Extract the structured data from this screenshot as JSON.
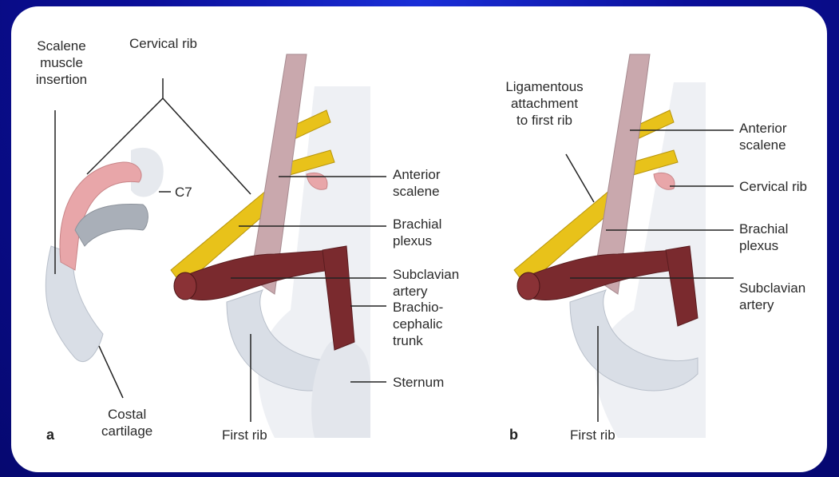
{
  "panel_a": {
    "letter": "a",
    "labels": {
      "scalene_insertion": "Scalene\nmuscle\ninsertion",
      "cervical_rib": "Cervical rib",
      "c7": "C7",
      "anterior_scalene": "Anterior\nscalene",
      "brachial_plexus": "Brachial\nplexus",
      "subclavian_artery": "Subclavian\nartery",
      "brachiocephalic_trunk": "Brachio-\ncephalic\ntrunk",
      "sternum": "Sternum",
      "costal_cartilage": "Costal\ncartilage",
      "first_rib": "First rib"
    }
  },
  "panel_b": {
    "letter": "b",
    "labels": {
      "ligamentous_attachment": "Ligamentous\nattachment\nto first rib",
      "anterior_scalene": "Anterior\nscalene",
      "cervical_rib": "Cervical rib",
      "brachial_plexus": "Brachial\nplexus",
      "subclavian_artery": "Subclavian\nartery",
      "first_rib": "First rib"
    }
  },
  "colors": {
    "background": "#0b0f9a",
    "muscle": "#c9a8ad",
    "nerve": "#e8c21a",
    "artery": "#7a2a2e",
    "rib": "#cdd3dc",
    "cervical_rib": "#e7a3a6"
  }
}
